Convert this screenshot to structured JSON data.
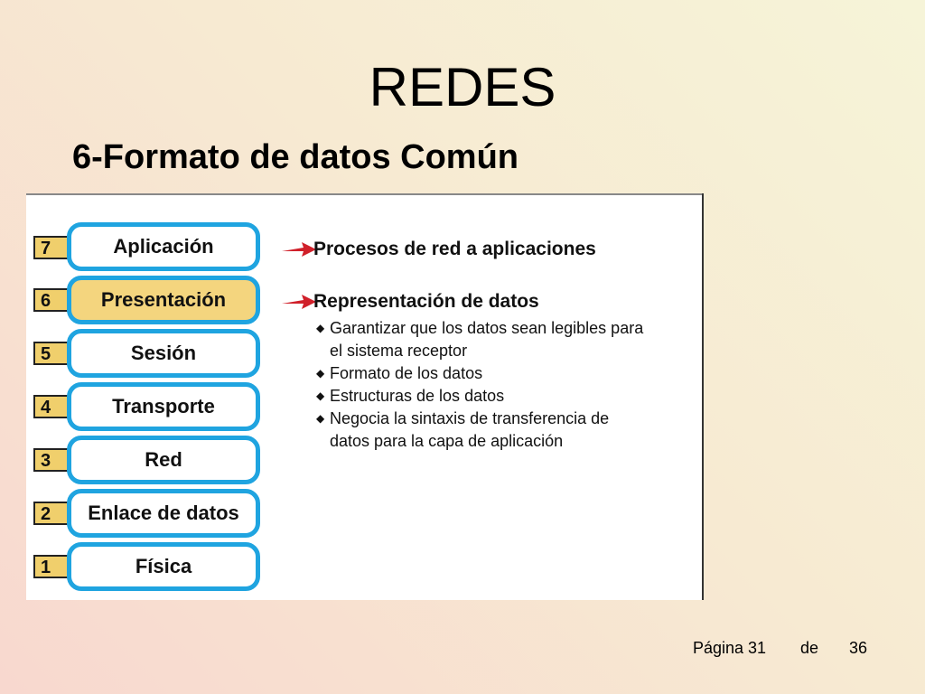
{
  "slide": {
    "title": "REDES",
    "subtitle": "6-Formato de datos Común"
  },
  "layers": [
    {
      "number": "7",
      "name": "Aplicación"
    },
    {
      "number": "6",
      "name": "Presentación"
    },
    {
      "number": "5",
      "name": "Sesión"
    },
    {
      "number": "4",
      "name": "Transporte"
    },
    {
      "number": "3",
      "name": "Red"
    },
    {
      "number": "2",
      "name": "Enlace de datos"
    },
    {
      "number": "1",
      "name": "Física"
    }
  ],
  "highlighted_layer": "6",
  "descriptions": {
    "application": "Procesos de red a aplicaciones",
    "presentation": "Representación de datos",
    "bullets": [
      [
        "Garantizar que los datos sean legibles para",
        "el sistema receptor"
      ],
      [
        "Formato de los datos"
      ],
      [
        "Estructuras de los datos"
      ],
      [
        "Negocia la sintaxis de transferencia de",
        "datos para la capa de aplicación"
      ]
    ]
  },
  "footer": {
    "page_label": "Página 31",
    "of_label": "de",
    "total": "36"
  },
  "colors": {
    "layer_border": "#1fa4e0",
    "highlight": "#f4d57e",
    "arrow": "#d0202a"
  }
}
